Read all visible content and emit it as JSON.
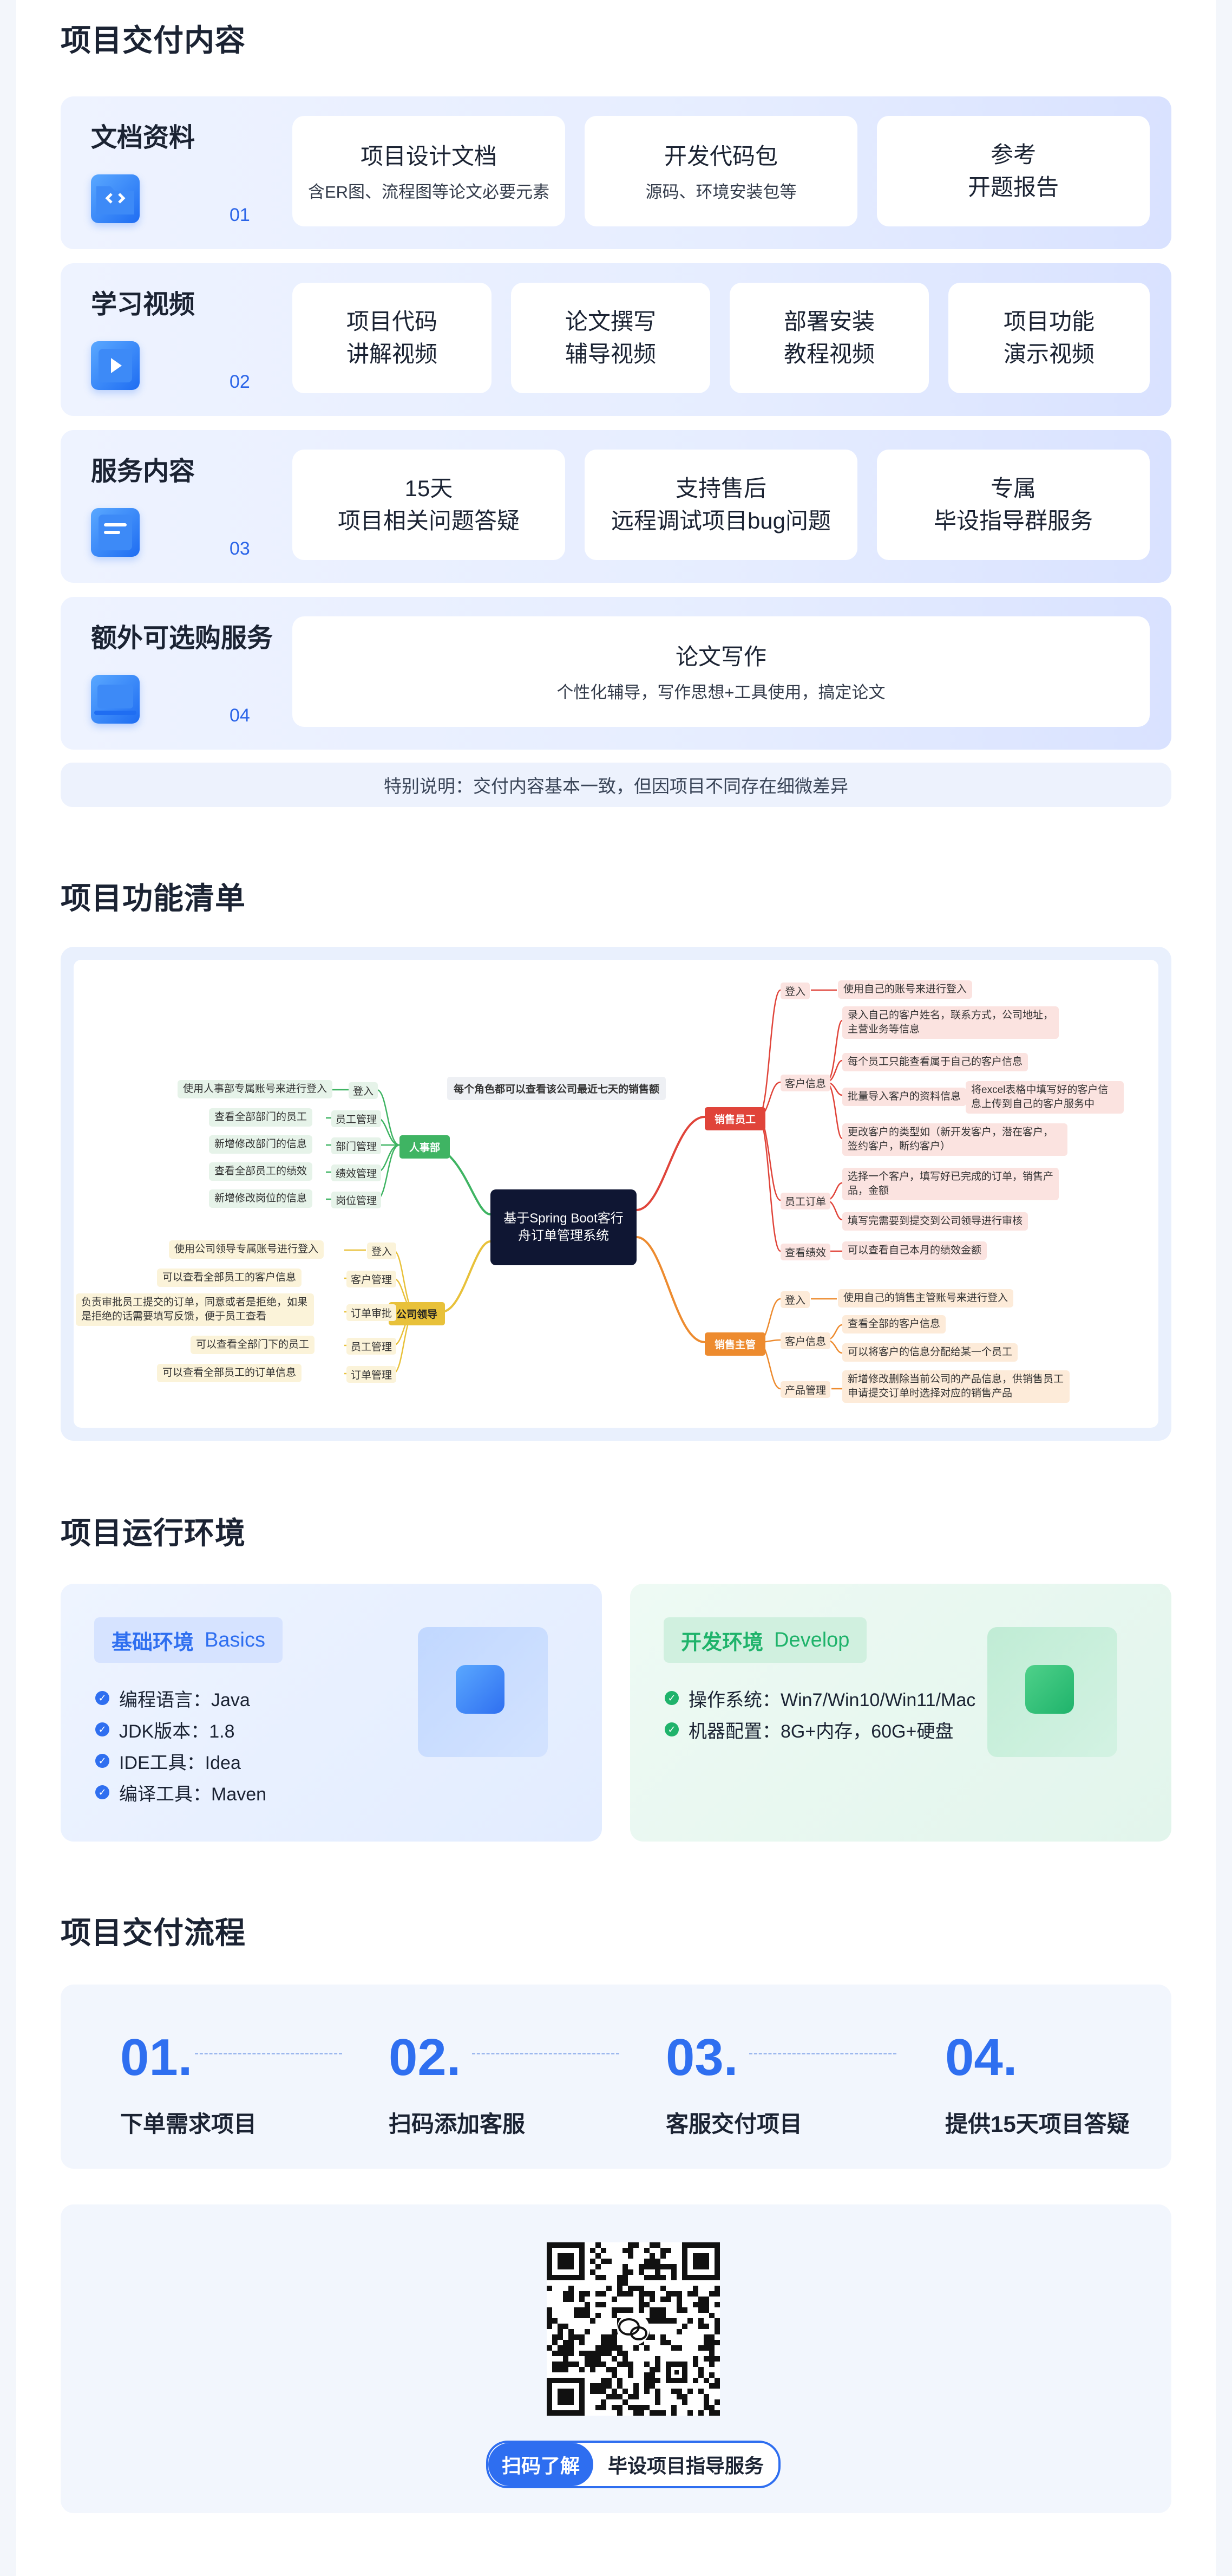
{
  "deliverables": {
    "title": "项目交付内容",
    "rows": [
      {
        "label": "文档资料",
        "num": "01",
        "icon": "folder-code-icon",
        "cards": [
          {
            "line1": "项目设计文档",
            "line2": "含ER图、流程图等论文必要元素"
          },
          {
            "line1": "开发代码包",
            "line2": "源码、环境安装包等"
          },
          {
            "line1": "参考",
            "line2": "开题报告",
            "big2": true
          }
        ]
      },
      {
        "label": "学习视频",
        "num": "02",
        "icon": "video-play-icon",
        "cards": [
          {
            "line1": "项目代码",
            "line2": "讲解视频"
          },
          {
            "line1": "论文撰写",
            "line2": "辅导视频"
          },
          {
            "line1": "部署安装",
            "line2": "教程视频"
          },
          {
            "line1": "项目功能",
            "line2": "演示视频"
          }
        ]
      },
      {
        "label": "服务内容",
        "num": "03",
        "icon": "service-document-icon",
        "cards": [
          {
            "line1": "15天",
            "line2": "项目相关问题答疑"
          },
          {
            "line1": "支持售后",
            "line2": "远程调试项目bug问题"
          },
          {
            "line1": "专属",
            "line2": "毕设指导群服务"
          }
        ]
      },
      {
        "label": "额外可选购服务",
        "num": "04",
        "icon": "laptop-icon",
        "cards": [
          {
            "line1": "论文写作",
            "line2": "个性化辅导，写作思想+工具使用，搞定论文"
          }
        ]
      }
    ],
    "note": "特别说明：交付内容基本一致，但因项目不同存在细微差异"
  },
  "features": {
    "title": "项目功能清单",
    "mindmap": {
      "center": "基于Spring Boot客行舟订单管理系统",
      "top_note": "每个角色都可以查看该公司最近七天的销售额",
      "branches": {
        "hr": {
          "name": "人事部",
          "items": [
            {
              "label": "登入",
              "desc": "使用人事部专属账号来进行登入"
            },
            {
              "label": "员工管理",
              "desc": "查看全部部门的员工"
            },
            {
              "label": "部门管理",
              "desc": "新增修改部门的信息"
            },
            {
              "label": "绩效管理",
              "desc": "查看全部员工的绩效"
            },
            {
              "label": "岗位管理",
              "desc": "新增修改岗位的信息"
            }
          ]
        },
        "leader": {
          "name": "公司领导",
          "items": [
            {
              "label": "登入",
              "desc": "使用公司领导专属账号进行登入"
            },
            {
              "label": "客户管理",
              "desc": "可以查看全部员工的客户信息"
            },
            {
              "label": "订单审批",
              "desc": "负责审批员工提交的订单，同意或者是拒绝，如果是拒绝的话需要填写反馈，便于员工查看"
            },
            {
              "label": "员工管理",
              "desc": "可以查看全部门下的员工"
            },
            {
              "label": "订单管理",
              "desc": "可以查看全部员工的订单信息"
            }
          ]
        },
        "sales": {
          "name": "销售员工",
          "login": {
            "label": "登入",
            "desc": "使用自己的账号来进行登入"
          },
          "customer": {
            "label": "客户信息",
            "items": [
              "录入自己的客户姓名，联系方式，公司地址，主营业务等信息",
              "每个员工只能查看属于自己的客户信息",
              "批量导入客户的资料信息",
              "更改客户的类型如（新开发客户，潜在客户，签约客户，断约客户）"
            ],
            "import_detail": "将excel表格中填写好的客户信息上传到自己的客户服务中"
          },
          "order": {
            "label": "员工订单",
            "items": [
              "选择一个客户，填写好已完成的订单，销售产品，金额",
              "填写完需要到提交到公司领导进行审核"
            ]
          },
          "perf": {
            "label": "查看绩效",
            "desc": "可以查看自己本月的绩效金额"
          }
        },
        "manager": {
          "name": "销售主管",
          "login": {
            "label": "登入",
            "desc": "使用自己的销售主管账号来进行登入"
          },
          "customer": {
            "label": "客户信息",
            "items": [
              "查看全部的客户信息",
              "可以将客户的信息分配给某一个员工"
            ]
          },
          "product": {
            "label": "产品管理",
            "desc": "新增修改删除当前公司的产品信息，供销售员工申请提交订单时选择对应的销售产品"
          }
        }
      }
    }
  },
  "environment": {
    "title": "项目运行环境",
    "basic": {
      "head": "基础环境",
      "head_en": "Basics",
      "items": [
        "编程语言：Java",
        "JDK版本：1.8",
        "IDE工具：Idea",
        "编译工具：Maven"
      ],
      "accent": "#2f6ff0"
    },
    "develop": {
      "head": "开发环境",
      "head_en": "Develop",
      "items": [
        "操作系统：Win7/Win10/Win11/Mac",
        "机器配置：8G+内存，60G+硬盘"
      ],
      "accent": "#1fb36b"
    }
  },
  "process": {
    "title": "项目交付流程",
    "steps": [
      {
        "num": "01.",
        "label": "下单需求项目"
      },
      {
        "num": "02.",
        "label": "扫码添加客服"
      },
      {
        "num": "03.",
        "label": "客服交付项目"
      },
      {
        "num": "04.",
        "label": "提供15天项目答疑"
      }
    ]
  },
  "contact": {
    "scan_label": "扫码了解",
    "service_label": "毕设项目指导服务",
    "qr_icon": "wechat-icon"
  }
}
